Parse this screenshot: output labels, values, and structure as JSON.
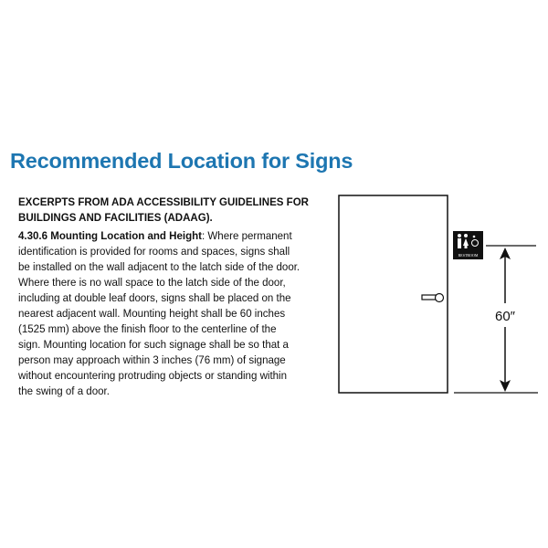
{
  "title": "Recommended Location for Signs",
  "heading_lines": [
    "EXCERPTS FROM ADA ACCESSIBILITY GUIDELINES FOR",
    "BUILDINGS AND FACILITIES (ADAAG)."
  ],
  "section_label": "4.30.6 Mounting Location and Height",
  "body_lines": [
    ":  Where permanent",
    "identification is provided for rooms and spaces, signs shall",
    "be installed on the wall adjacent to the latch side of the door.",
    "Where there is no wall space to the latch side of the door,",
    "including at double leaf doors, signs shall be placed on the",
    "nearest adjacent wall. Mounting height shall be 60 inches",
    "(1525 mm) above the finish floor to the centerline of the",
    "sign. Mounting location for such signage shall be so that a",
    "person may approach within 3 inches (76 mm) of signage",
    "without encountering protruding objects or standing within",
    "the swing of a door."
  ],
  "diagram": {
    "sign_text": "RESTROOM",
    "height_label": "60″",
    "icons": [
      "door",
      "door-handle-icon",
      "restroom-sign-icon",
      "dimension-arrow-icon"
    ]
  },
  "colors": {
    "title": "#1d76b1"
  }
}
